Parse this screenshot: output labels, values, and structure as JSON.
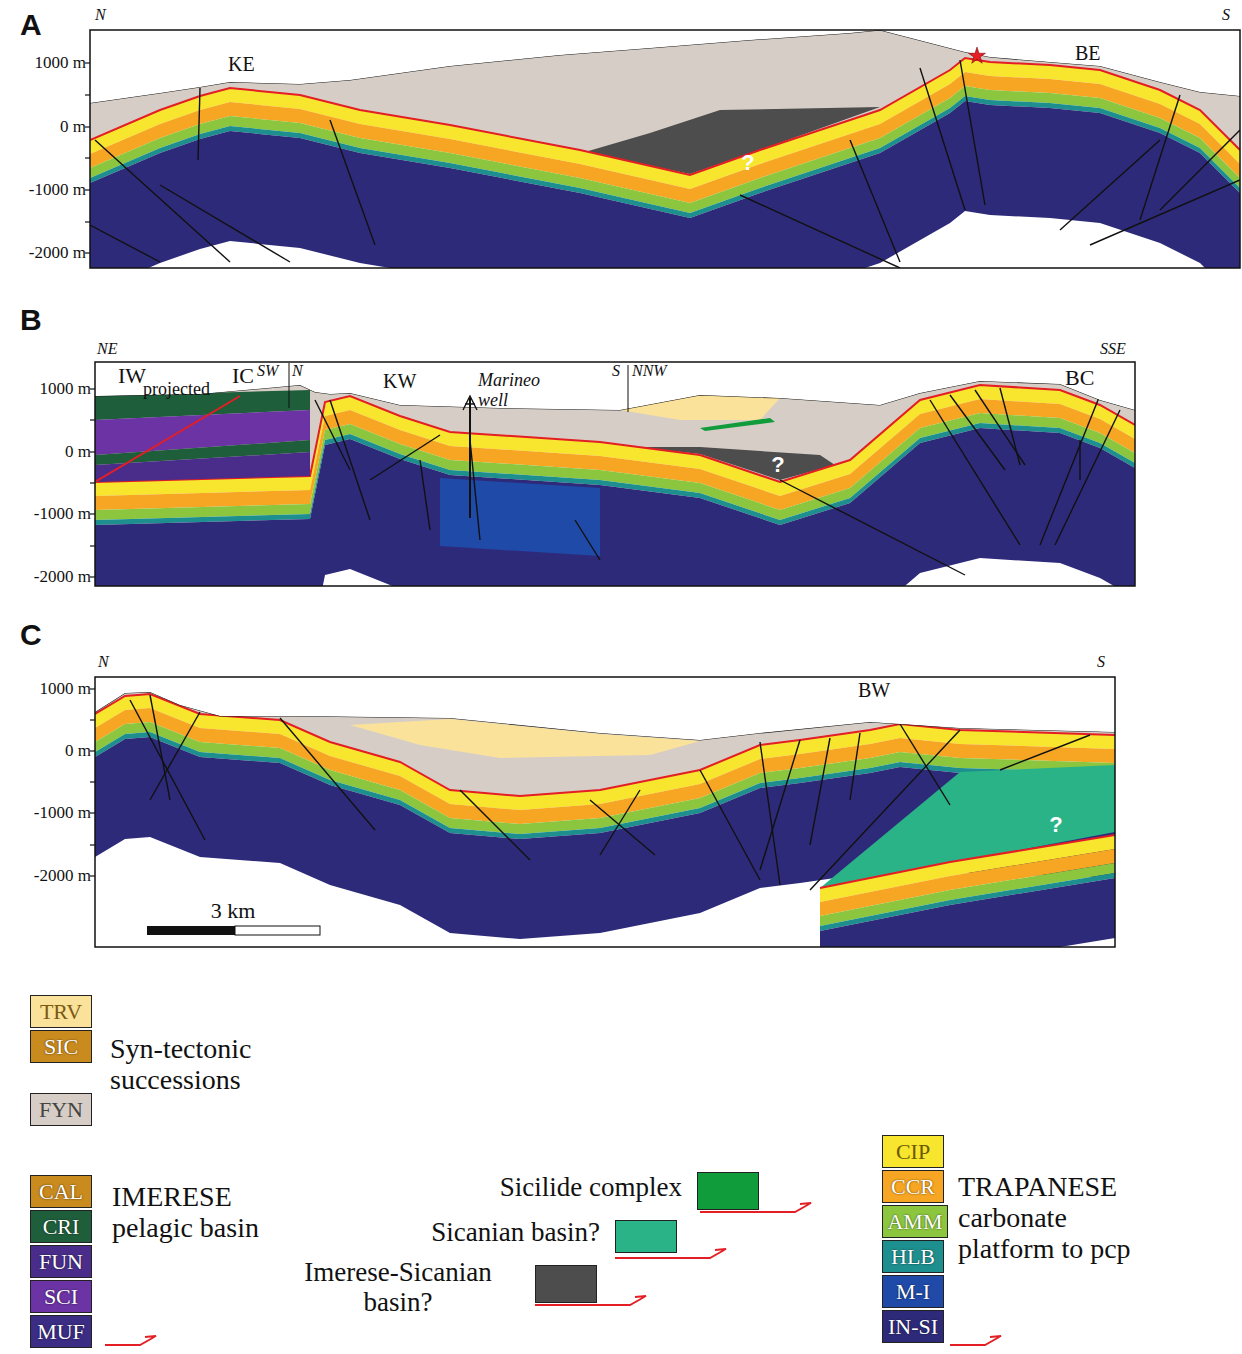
{
  "diagram": {
    "labels": [
      "A",
      "N",
      "S",
      "1000 m",
      "0 m",
      "-1000 m",
      "-2000 m",
      "KE",
      "BE",
      "?",
      "B",
      "NE",
      "SSE",
      "1000 m",
      "0 m",
      "-1000 m",
      "-2000 m",
      "IW",
      "projected",
      "IC",
      "SW",
      "N",
      "KW",
      "Marineo well",
      "S",
      "NNW",
      "BC",
      "?",
      "C",
      "N",
      "S",
      "1000 m",
      "0 m",
      "-1000 m",
      "-2000 m",
      "BW",
      "?",
      "3 km",
      "Syn-tectonic successions",
      "IMERESE pelagic basin",
      "?",
      "?",
      "TRAPANESE carbonate platform to pcp"
    ],
    "legend": [
      {
        "text": "TRV",
        "color": "#fbe29a"
      },
      {
        "text": "SIC",
        "color": "#c98a1e"
      },
      {
        "text": "FYN",
        "color": "#d6cec6"
      },
      {
        "text": "CAL",
        "color": "#c98a1e"
      },
      {
        "text": "CRI",
        "color": "#1f5e3b"
      },
      {
        "text": "FUN",
        "color": "#4a2d8a"
      },
      {
        "text": "SCI",
        "color": "#6b33a3"
      },
      {
        "text": "MUF",
        "color": "#3b2c84"
      },
      {
        "text": "Sicilide complex",
        "color": "#109c3a"
      },
      {
        "text": "Sicanian basin?",
        "color": "#2bb388"
      },
      {
        "text": "Imerese-Sicanian basin?",
        "color": "#4d4d4d"
      },
      {
        "text": "CIP",
        "color": "#f7e52e"
      },
      {
        "text": "CCR",
        "color": "#f6a623"
      },
      {
        "text": "AMM",
        "color": "#8cc63e"
      },
      {
        "text": "HLB",
        "color": "#1e8f8f"
      },
      {
        "text": "M-I",
        "color": "#1f4aa8"
      },
      {
        "text": "IN-SI",
        "color": "#2e2a7a"
      }
    ]
  }
}
